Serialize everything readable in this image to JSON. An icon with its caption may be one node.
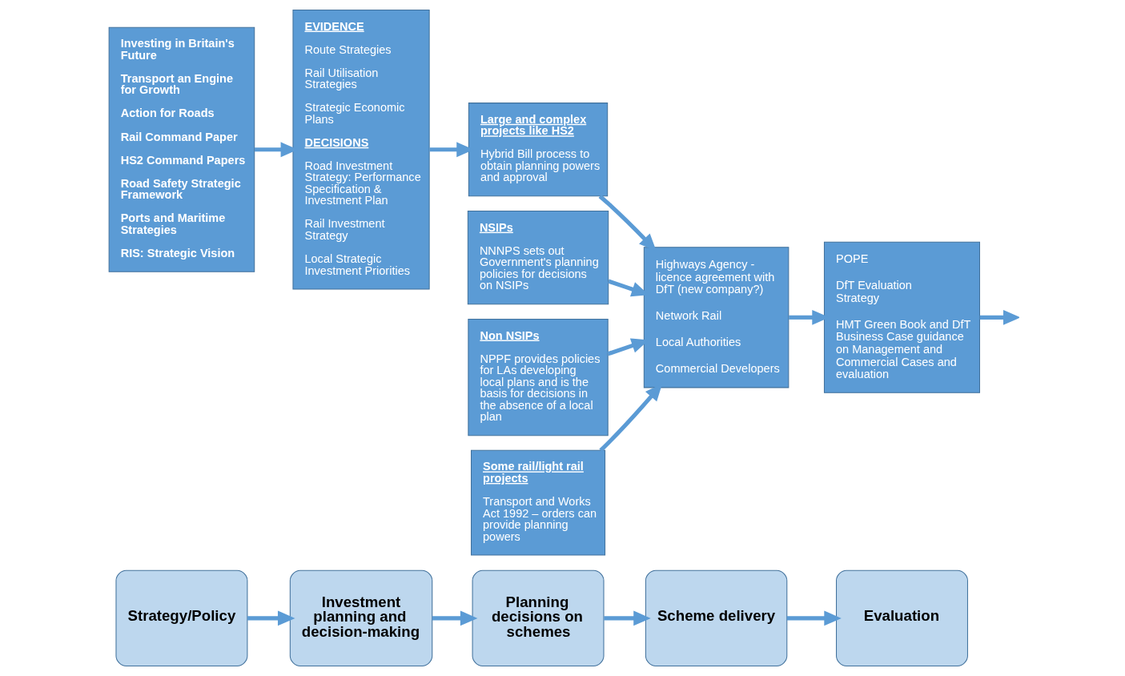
{
  "diagram": {
    "nodes": [
      {
        "text": [
          "Strategy/Policy"
        ]
      },
      {
        "text": [
          "Investment planning and decision-making"
        ]
      },
      {
        "text": [
          "Planning decisions on schemes"
        ]
      },
      {
        "text": [
          "Scheme delivery"
        ]
      },
      {
        "text": [
          "Evaluation"
        ]
      },
      {
        "text": [
          "Investing in Britain's Future",
          "Transport an Engine for Growth",
          "Action for Roads",
          "Rail Command Paper",
          "HS2 Command Papers",
          "Road Safety Strategic Framework",
          "Ports and Maritime Strategies",
          "RIS: Strategic Vision"
        ]
      },
      {
        "text": [
          "EVIDENCE",
          "Route Strategies",
          "Rail Utilisation Strategies",
          "Strategic Economic Plans",
          "DECISIONS",
          "Road Investment Strategy: Performance Specification & Investment Plan",
          "Rail Investment Strategy",
          "Local Strategic Investment Priorities"
        ]
      },
      {
        "text": [
          "NSIPs",
          "NNNPS sets out Government's planning policies for decisions on NSIPs"
        ]
      },
      {
        "text": [
          "Non NSIPs",
          "NPPF provides policies for LAs developing local plans and is the basis for decisions in the absence of a local plan"
        ]
      },
      {
        "text": [
          "Large and complex projects like HS2",
          "Hybrid Bill process to obtain planning powers and approval"
        ]
      },
      {
        "text": [
          "Some rail/light rail projects",
          "Transport and Works Act 1992 – orders can provide planning powers"
        ]
      },
      {
        "text": [
          "Highways Agency - licence agreement with DfT (new company?)",
          "Network Rail",
          "Local Authorities",
          "Commercial Developers"
        ]
      },
      {
        "text": [
          "POPE",
          "DfT Evaluation Strategy",
          "HMT Green Book and DfT Business Case guidance on Management and Commercial Cases and evaluation"
        ]
      }
    ],
    "edges": [
      {
        "from": 0,
        "to": 1,
        "arrow": "to"
      },
      {
        "from": 1,
        "to": 2,
        "arrow": "to"
      },
      {
        "from": 2,
        "to": 3,
        "arrow": "to"
      },
      {
        "from": 3,
        "to": 4,
        "arrow": "to"
      },
      {
        "from": 5,
        "to": 6,
        "arrow": "to"
      },
      {
        "from": 6,
        "to": 9,
        "arrow": "to"
      },
      {
        "from": 7,
        "to": 11,
        "arrow": "to"
      },
      {
        "from": 8,
        "to": 11,
        "arrow": "to"
      },
      {
        "from": 9,
        "to": 11,
        "arrow": "to"
      },
      {
        "from": 10,
        "to": 11,
        "arrow": "to"
      },
      {
        "from": 11,
        "to": 12,
        "arrow": "to"
      },
      {
        "from": 12,
        "to": null,
        "arrow": "to"
      }
    ]
  }
}
